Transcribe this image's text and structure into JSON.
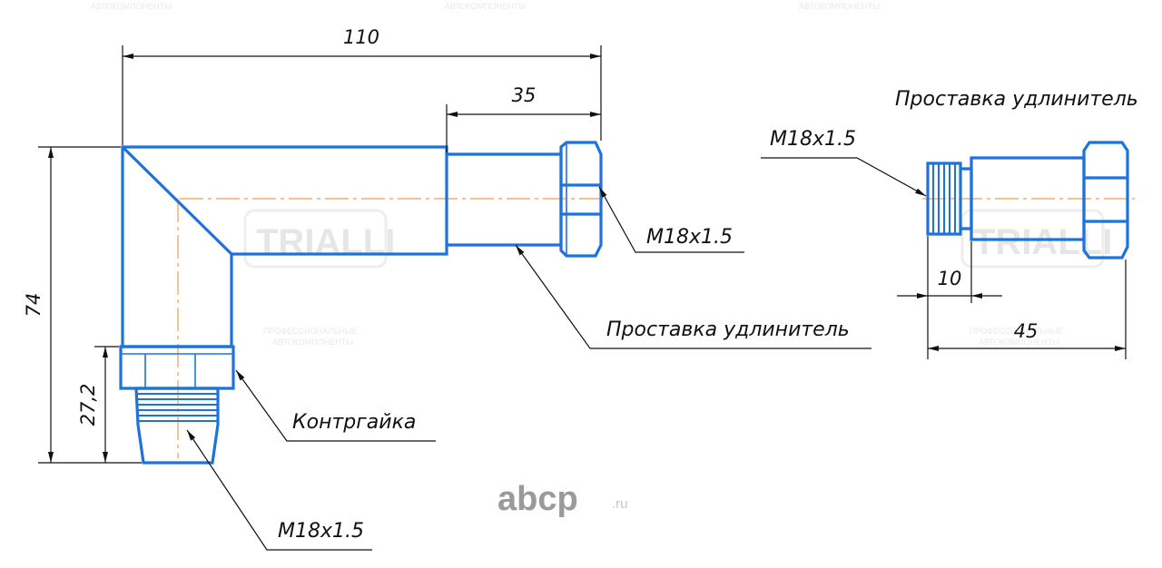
{
  "drawing": {
    "left_view": {
      "dim_total_length": "110",
      "dim_fitting_length": "35",
      "dim_total_height": "74",
      "dim_nut_height": "27,2",
      "label_right_thread": "M18x1.5",
      "label_extension": "Проставка удлинитель",
      "label_locknut": "Контргайка",
      "label_bottom_thread": "M18x1.5"
    },
    "right_view": {
      "title": "Проставка удлинитель",
      "label_thread": "M18x1.5",
      "dim_thread_length": "10",
      "dim_total_length": "45"
    }
  },
  "watermark": {
    "logo_text": "TRIALLI",
    "tagline_line1": "ПРОФЕССИОНАЛЬНЫЕ",
    "tagline_line2": "АВТОКОМПОНЕНТЫ"
  },
  "brand": {
    "name": "abcp",
    "domain": ".ru"
  },
  "colors": {
    "part_outline": "#1e73d9",
    "center_axis": "#e7a054",
    "dimension": "#111111",
    "watermark": "#e6e6e6"
  }
}
